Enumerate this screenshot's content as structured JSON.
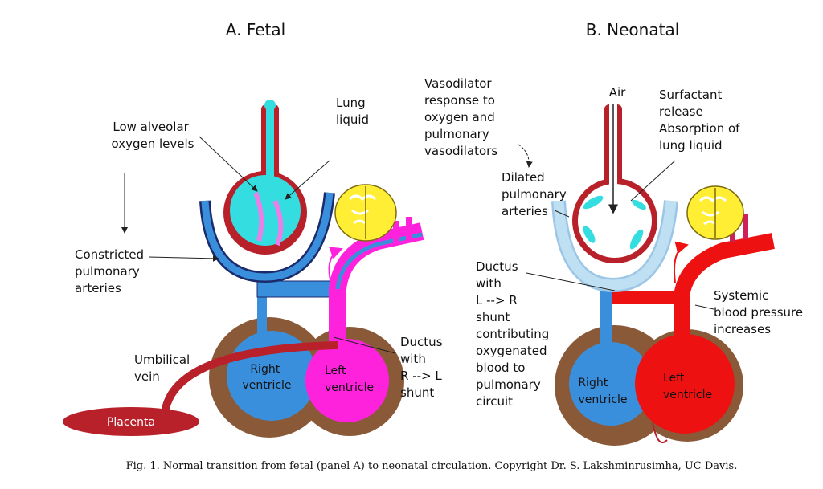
{
  "panel_a": {
    "title": "A. Fetal",
    "labels": {
      "low_alveolar": [
        "Low alveolar",
        "oxygen levels"
      ],
      "lung_liquid": [
        "Lung",
        "liquid"
      ],
      "constricted": [
        "Constricted",
        "pulmonary",
        "arteries"
      ],
      "umbilical": [
        "Umbilical",
        "vein"
      ],
      "placenta": "Placenta",
      "right_ventricle": [
        "Right",
        "ventricle"
      ],
      "left_ventricle": [
        "Left",
        "ventricle"
      ],
      "ductus": [
        "Ductus",
        "with",
        "R --> L",
        "shunt"
      ]
    }
  },
  "panel_b": {
    "title": "B. Neonatal",
    "labels": {
      "vasodilator": [
        "Vasodilator",
        "response to",
        "oxygen and",
        "pulmonary",
        "vasodilators"
      ],
      "air": "Air",
      "surfactant": [
        "Surfactant",
        "release",
        "Absorption of",
        "lung liquid"
      ],
      "dilated": [
        "Dilated",
        "pulmonary",
        "arteries"
      ],
      "ductus": [
        "Ductus",
        "with",
        "L --> R",
        "shunt",
        "contributing",
        "oxygenated",
        "blood to",
        "pulmonary",
        "circuit"
      ],
      "systemic": [
        "Systemic",
        "blood pressure",
        "increases"
      ],
      "right_ventricle": [
        "Right",
        "ventricle"
      ],
      "left_ventricle": [
        "Left",
        "ventricle"
      ]
    }
  },
  "caption": "Fig. 1. Normal transition from fetal (panel A) to neonatal circulation. Copyright Dr. S. Lakshminrusimha, UC Davis.",
  "colors": {
    "blue": "#3a8fdc",
    "magenta": "#ff22dd",
    "red": "#ee1111",
    "dark_red": "#b8202a",
    "brown": "#8a5a38",
    "cyan": "#33dde0",
    "light_blue": "#bfdff2",
    "yellow": "#ffee33",
    "navy": "#1b2a6b"
  }
}
